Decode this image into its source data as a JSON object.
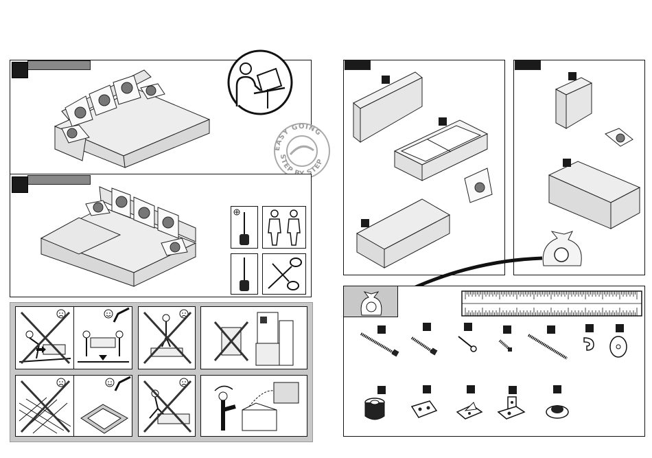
{
  "logo": {
    "seal_text_top": "EASY GOING",
    "seal_text_bottom": "STEP BY STEP"
  },
  "steps": [
    {
      "id": "step-1"
    },
    {
      "id": "step-2"
    }
  ],
  "tools": [
    "phillips-screwdriver-icon",
    "two-persons-icon",
    "flat-screwdriver-icon",
    "scissors-icon"
  ],
  "parts_sets": [
    {
      "id": "box-1"
    },
    {
      "id": "box-2"
    }
  ],
  "hardware_count": 12,
  "warnings": [
    {
      "name": "no-drag-icon",
      "face": "sad"
    },
    {
      "name": "carry-two-persons-icon",
      "face": "happy"
    },
    {
      "name": "no-standing-icon",
      "face": "sad"
    },
    {
      "name": "dispose-packaging-icon",
      "face": "none"
    },
    {
      "name": "no-rough-floor-icon",
      "face": "sad"
    },
    {
      "name": "soft-mat-icon",
      "face": "happy"
    },
    {
      "name": "no-jumping-icon",
      "face": "sad"
    },
    {
      "name": "recycle-packaging-icon",
      "face": "none"
    }
  ],
  "colors": {
    "frame": "#111111",
    "tab": "#888888",
    "panel_bg": "#c8c8c8",
    "fill": "#e8e8e8"
  }
}
